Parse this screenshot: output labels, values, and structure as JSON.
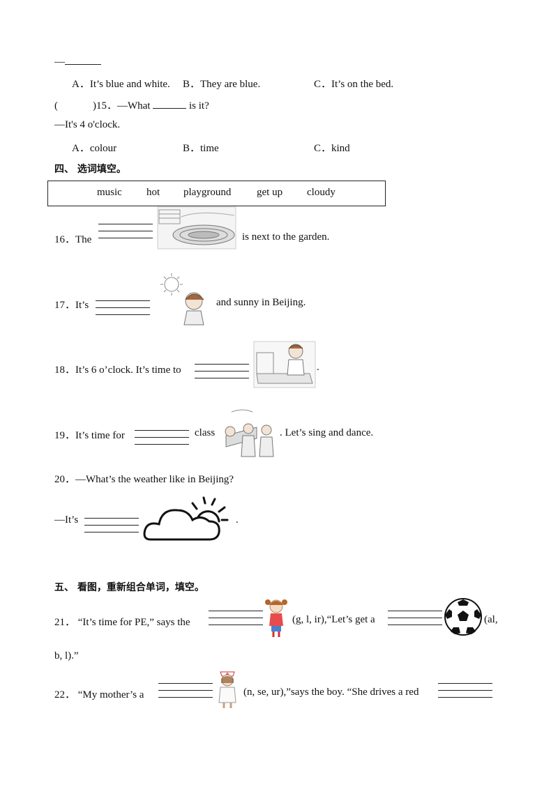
{
  "q14": {
    "answer_prefix": "—",
    "opt_a": "A．It’s blue and white.",
    "opt_b": "B．They are blue.",
    "opt_c": "C．It’s on the bed."
  },
  "q15": {
    "paren": "(",
    "paren_close": ")15．—What",
    "after_blank": "is it?",
    "answer": "—It's 4 o'clock.",
    "opt_a": "A．colour",
    "opt_b": "B．time",
    "opt_c": "C．kind"
  },
  "section4": {
    "title": "四、 选词填空。",
    "words": [
      "music",
      "hot",
      "playground",
      "get up",
      "cloudy"
    ]
  },
  "q16": {
    "prefix": "16．The",
    "suffix": "is next to the garden."
  },
  "q17": {
    "prefix": "17．It’s",
    "suffix": "and sunny in Beijing."
  },
  "q18": {
    "prefix": "18．It’s 6 o’clock. It’s time to",
    "suffix": "."
  },
  "q19": {
    "prefix": "19．It’s time for",
    "middle": "class",
    "suffix": ". Let’s sing and dance."
  },
  "q20": {
    "question": "20．—What’s the weather like in Beijing?",
    "prefix": "—It’s",
    "suffix": "."
  },
  "section5": {
    "title": "五、 看图，重新组合单词，填空。"
  },
  "q21": {
    "prefix": "21．  “It’s time for PE,” says the",
    "letters1": "(g, l, ir),“Let’s get a",
    "letters2": "(al,",
    "cont": "b, l).”"
  },
  "q22": {
    "prefix": "22．  “My mother’s a",
    "middle": "(n, se, ur),”says the boy. “She drives a red"
  },
  "icons": [
    "playground-picture",
    "sun-girl-picture",
    "boy-bed-picture",
    "music-class-picture",
    "cloud-sun-icon",
    "girl-picture",
    "football-icon",
    "nurse-picture"
  ]
}
